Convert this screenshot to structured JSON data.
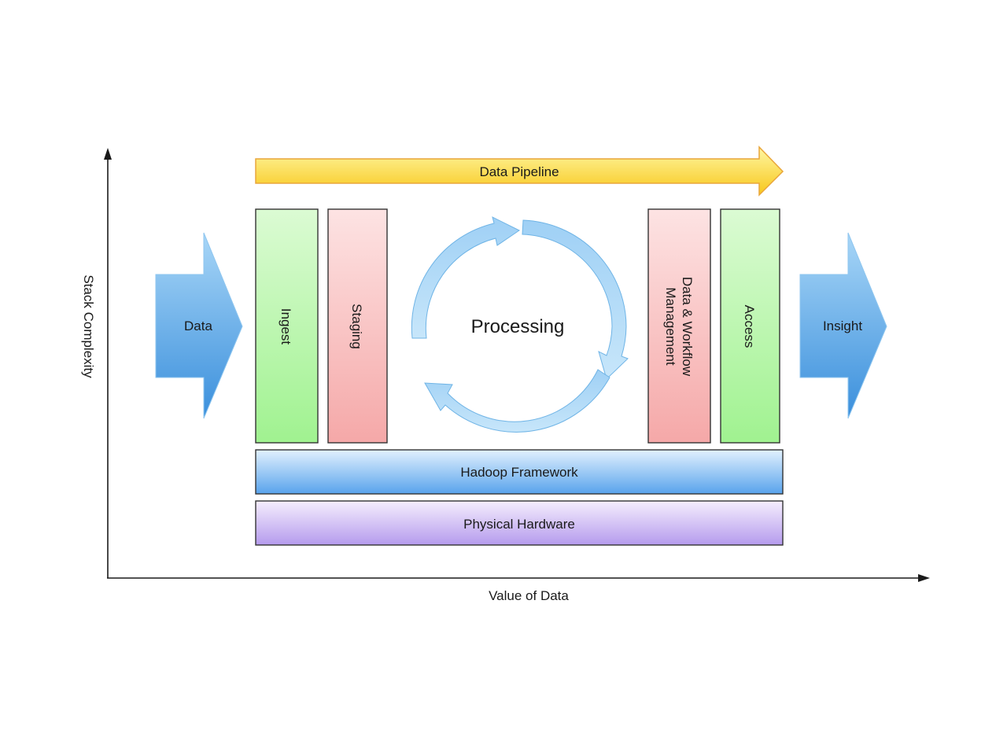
{
  "axes": {
    "x_label": "Value of Data",
    "y_label": "Stack Complexity"
  },
  "pipeline": {
    "label": "Data Pipeline"
  },
  "input_arrow": {
    "label": "Data"
  },
  "output_arrow": {
    "label": "Insight"
  },
  "stages": {
    "ingest": "Ingest",
    "staging": "Staging",
    "processing": "Processing",
    "workflow_line1": "Data & Workflow",
    "workflow_line2": "Management",
    "access": "Access"
  },
  "layers": {
    "framework": "Hadoop Framework",
    "hardware": "Physical Hardware"
  },
  "colors": {
    "pipeline_fill_top": "#fdf59a",
    "pipeline_fill_bottom": "#f9c816",
    "pipeline_stroke": "#e8a93a",
    "blue_arrow_light": "#9fd1f5",
    "blue_arrow_dark": "#3f95de",
    "green_light": "#d9fbd0",
    "green_dark": "#9df28d",
    "pink_light": "#fde1e1",
    "pink_dark": "#f6a9a9",
    "framework_light": "#d7ecfd",
    "framework_dark": "#5ea7ee",
    "hardware_light": "#f2eafc",
    "hardware_dark": "#b9a0ee",
    "cycle_light": "#b3dcf7",
    "cycle_dark": "#6bb3e8"
  }
}
